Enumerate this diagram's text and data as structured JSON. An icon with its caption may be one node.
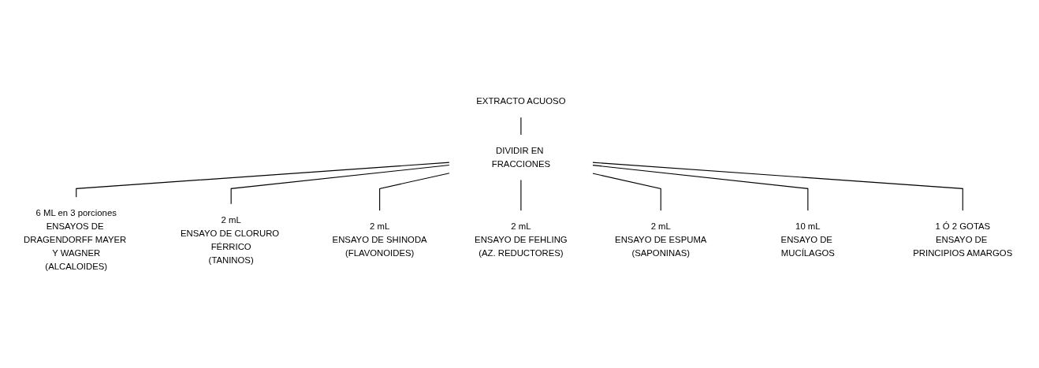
{
  "diagram": {
    "nodes": [
      {
        "text": [
          "EXTRACTO ACUOSO"
        ]
      },
      {
        "text": [
          "DIVIDIR EN FRACCIONES"
        ]
      },
      {
        "text": [
          "6 ML en 3 porciones",
          "ENSAYOS DE DRAGENDORFF MAYER Y WAGNER",
          "(ALCALOIDES)"
        ]
      },
      {
        "text": [
          "2 mL",
          "ENSAYO DE CLORURO FÉRRICO",
          "(TANINOS)"
        ]
      },
      {
        "text": [
          "2 mL",
          "ENSAYO DE SHINODA",
          "(FLAVONOIDES)"
        ]
      },
      {
        "text": [
          "2 mL",
          "ENSAYO DE FEHLING",
          "(AZ. REDUCTORES)"
        ]
      },
      {
        "text": [
          "2 mL",
          "ENSAYO DE ESPUMA",
          "(SAPONINAS)"
        ]
      },
      {
        "text": [
          "10 mL",
          "ENSAYO DE MUCÍLAGOS"
        ]
      },
      {
        "text": [
          "1 Ó 2 GOTAS",
          "ENSAYO DE PRINCIPIOS AMARGOS"
        ]
      }
    ],
    "edges": [
      {
        "from": 0,
        "to": 1,
        "arrow": "none"
      },
      {
        "from": 1,
        "to": 2,
        "arrow": "none"
      },
      {
        "from": 1,
        "to": 3,
        "arrow": "none"
      },
      {
        "from": 1,
        "to": 4,
        "arrow": "none"
      },
      {
        "from": 1,
        "to": 5,
        "arrow": "none"
      },
      {
        "from": 1,
        "to": 6,
        "arrow": "none"
      },
      {
        "from": 1,
        "to": 7,
        "arrow": "none"
      },
      {
        "from": 1,
        "to": 8,
        "arrow": "none"
      }
    ]
  }
}
